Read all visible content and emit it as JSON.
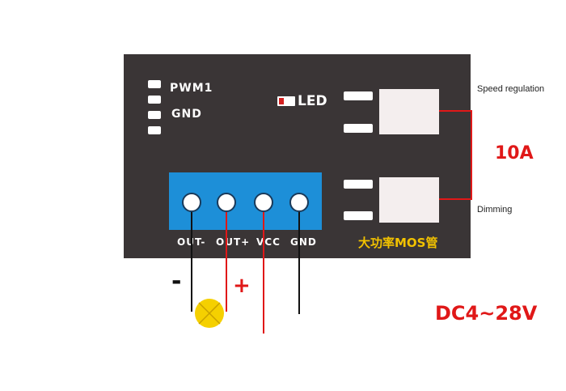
{
  "board": {
    "pins": [
      "PWM1",
      "GND"
    ],
    "led_label": "LED",
    "terminals": [
      "OUT-",
      "OUT+",
      "VCC",
      "GND"
    ],
    "mos_label": "大功率MOS管"
  },
  "side": {
    "speed_label": "Speed regulation",
    "dimming_label": "Dimming",
    "current": "10A",
    "voltage": "DC4~28V"
  },
  "signs": {
    "minus": "-",
    "plus": "+"
  },
  "colors": {
    "board": "#3a3536",
    "terminal_block": "#1d8fd8",
    "accent_red": "#e01818",
    "mos_text": "#f2c200",
    "lamp": "#f5d000"
  }
}
